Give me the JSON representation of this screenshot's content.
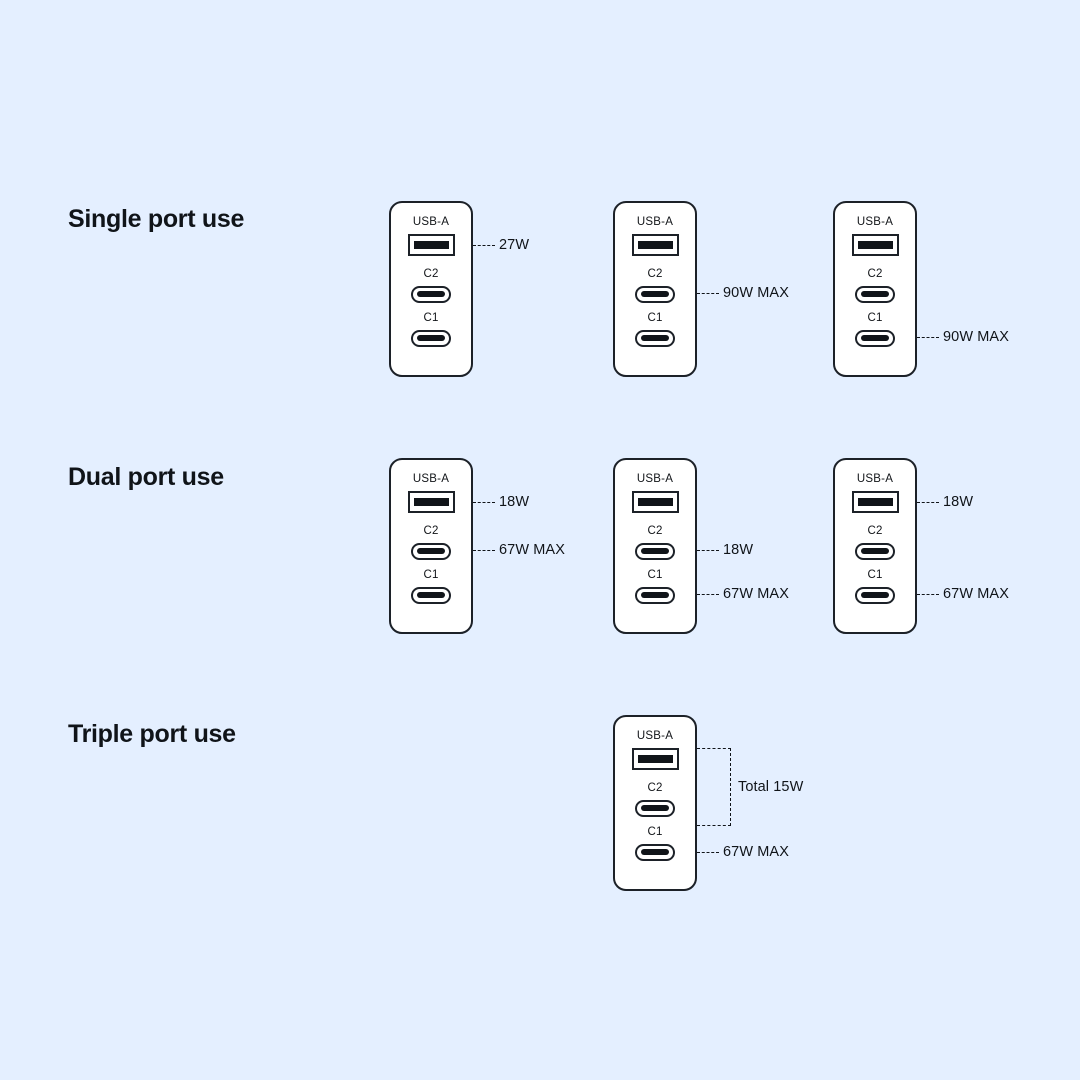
{
  "background_color": "#e4efff",
  "ink_color": "#101419",
  "port_labels": {
    "usba": "USB-A",
    "c2": "C2",
    "c1": "C1"
  },
  "sections": [
    {
      "id": "single-port-use",
      "title": "Single port use",
      "chargers": [
        {
          "id": "single-usba",
          "callouts": [
            {
              "port": "usba",
              "text": "27W"
            }
          ]
        },
        {
          "id": "single-c2",
          "callouts": [
            {
              "port": "c2",
              "text": "90W MAX"
            }
          ]
        },
        {
          "id": "single-c1",
          "callouts": [
            {
              "port": "c1",
              "text": "90W MAX"
            }
          ]
        }
      ]
    },
    {
      "id": "dual-port-use",
      "title": "Dual port use",
      "chargers": [
        {
          "id": "dual-usba-c2",
          "callouts": [
            {
              "port": "usba",
              "text": "18W"
            },
            {
              "port": "c2",
              "text": "67W MAX"
            }
          ]
        },
        {
          "id": "dual-c2-c1",
          "callouts": [
            {
              "port": "c2",
              "text": "18W"
            },
            {
              "port": "c1",
              "text": "67W MAX"
            }
          ]
        },
        {
          "id": "dual-usba-c1",
          "callouts": [
            {
              "port": "usba",
              "text": "18W"
            },
            {
              "port": "c1",
              "text": "67W MAX"
            }
          ]
        }
      ]
    },
    {
      "id": "triple-port-use",
      "title": "Triple port use",
      "chargers": [
        {
          "id": "triple-all",
          "bracket_callout": {
            "ports": [
              "usba",
              "c2"
            ],
            "text": "Total 15W"
          },
          "callouts": [
            {
              "port": "c1",
              "text": "67W MAX"
            }
          ]
        }
      ]
    }
  ]
}
